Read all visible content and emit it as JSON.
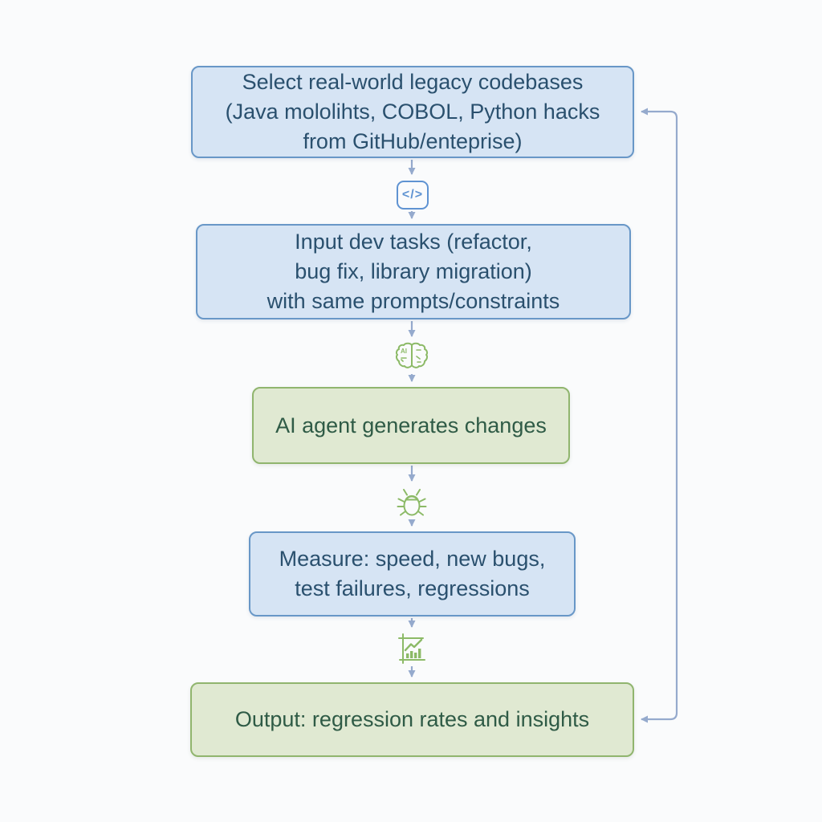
{
  "diagram": {
    "type": "flowchart",
    "description": "Vertical benchmark pipeline flowchart with feedback loop on right side",
    "nodes": [
      {
        "id": "select-codebases",
        "style": "blue",
        "lines": [
          "Select real-world legacy codebases",
          "(Java mololihts, COBOL, Python hacks",
          "from GitHub/enteprise)"
        ]
      },
      {
        "id": "input-dev-tasks",
        "style": "blue",
        "lines": [
          "Input dev tasks (refactor,",
          "bug fix, library migration)",
          "with same prompts/constraints"
        ]
      },
      {
        "id": "ai-agent-generates-changes",
        "style": "green",
        "lines": [
          "AI agent generates changes"
        ]
      },
      {
        "id": "measure-metrics",
        "style": "blue",
        "lines": [
          "Measure: speed, new bugs,",
          "test failures, regressions"
        ]
      },
      {
        "id": "output-regression-rates",
        "style": "green",
        "lines": [
          "Output: regression rates and insights"
        ]
      }
    ],
    "icons": [
      {
        "name": "code-icon",
        "glyph": "</>"
      },
      {
        "name": "brain-icon",
        "label": "AI"
      },
      {
        "name": "bug-icon"
      },
      {
        "name": "chart-icon"
      }
    ],
    "edges": [
      "select-codebases -> input-dev-tasks (via code icon)",
      "input-dev-tasks -> ai-agent-generates-changes (via brain icon)",
      "ai-agent-generates-changes -> measure-metrics (via bug icon)",
      "measure-metrics -> output-regression-rates (via chart icon)",
      "feedback loop line on right connecting output box and top box"
    ]
  },
  "colors": {
    "bg": "#fafbfc",
    "blueFill": "#d6e4f4",
    "blueBorder": "#6897c7",
    "blueText": "#2a506e",
    "greenFill": "#e0e9d2",
    "greenBorder": "#90b56e",
    "greenText": "#2f5b46",
    "arrow": "#95aacd",
    "iconBlue": "#5f93d2",
    "iconGreen": "#8cba67"
  }
}
